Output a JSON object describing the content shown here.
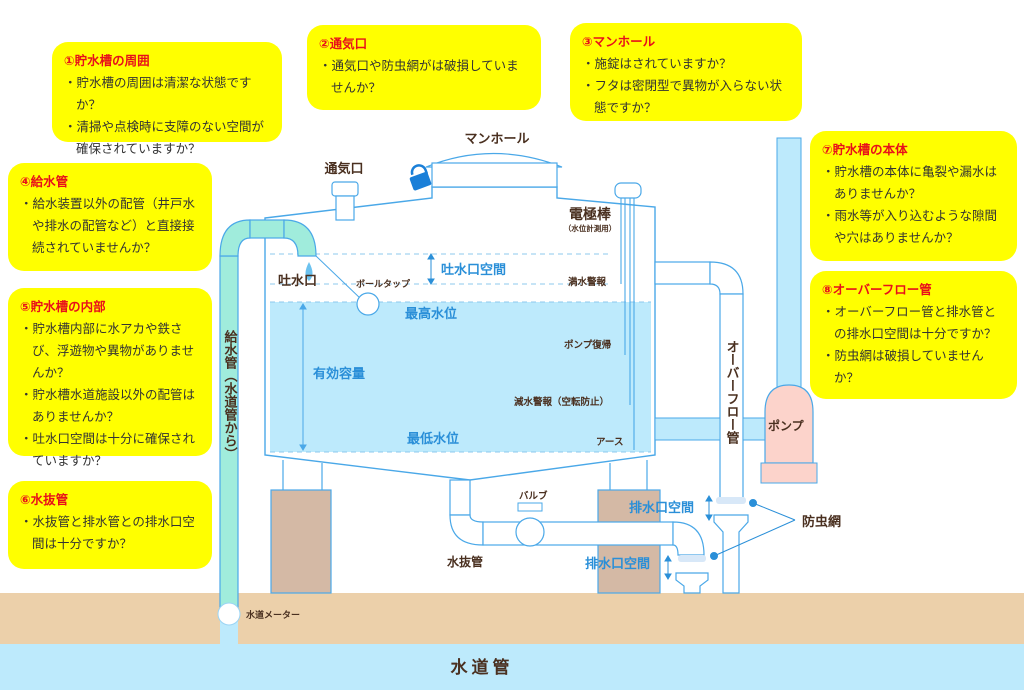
{
  "cards": [
    {
      "title": "①貯水槽の周囲",
      "items": [
        "・貯水槽の周囲は清潔な状態ですか？",
        "・清掃や点検時に支障のない空間が　確保されていますか？"
      ]
    },
    {
      "title": "②通気口",
      "items": [
        "・通気口や防虫網がは破損していませんか？"
      ]
    },
    {
      "title": "③マンホール",
      "items": [
        "・施錠はされていますか？",
        "・フタは密閉型で異物が入らない状態ですか？"
      ]
    },
    {
      "title": "④給水管",
      "items": [
        "・給水装置以外の配管（井戸水や排水の配管など）と直接接続されていませんか？"
      ]
    },
    {
      "title": "⑤貯水槽の内部",
      "items": [
        "・貯水槽内部に水アカや鉄さび、浮遊物や異物がありませんか？",
        "・貯水槽水道施設以外の配管はありませんか？",
        "・吐水口空間は十分に確保されていますか？"
      ]
    },
    {
      "title": "⑥水抜管",
      "items": [
        "・水抜管と排水管との排水口空間は十分ですか？"
      ]
    },
    {
      "title": "⑦貯水槽の本体",
      "items": [
        "・貯水槽の本体に亀裂や漏水はありませんか？",
        "・雨水等が入り込むような隙間や穴はありませんか？"
      ]
    },
    {
      "title": "⑧オーバーフロー管",
      "items": [
        "・オーバーフロー管と排水管との排水口空間は十分ですか？",
        "・防虫網は破損していませんか？"
      ]
    }
  ],
  "labels": {
    "manhole": "マンホール",
    "vent": "通気口",
    "electrode": "電極棒",
    "electrode_note": "（水位計測用）",
    "outlet": "吐水口",
    "ball_tap": "ボールタップ",
    "outlet_gap": "吐水口空間",
    "full_alarm": "満水警報",
    "max_level": "最高水位",
    "effective_capacity": "有効容量",
    "pump_return": "ポンプ復帰",
    "low_alarm": "減水警報（空転防止）",
    "earth": "アース",
    "min_level": "最低水位",
    "supply_pipe": "給水管（水道管から）",
    "overflow_pipe": "オーバーフロー管",
    "pump": "ポンプ",
    "valve": "バルブ",
    "drain_pipe": "水抜管",
    "drain_gap_1": "排水口空間",
    "drain_gap_2": "排水口空間",
    "insect_screen": "防虫網",
    "water_meter": "水道メーター",
    "water_main": "水道管"
  },
  "colors": {
    "card_bg": "#ffff00",
    "card_title": "#e8101a",
    "outline": "#4aa8e8",
    "water": "#bdeafc",
    "supply_pipe": "#a0ecdc",
    "ground": "#ecd0aa",
    "foundation": "#d4b9a5",
    "pump": "#fcd3cb",
    "label_blue": "#2a8fd8",
    "label_brown": "#4a3020"
  }
}
